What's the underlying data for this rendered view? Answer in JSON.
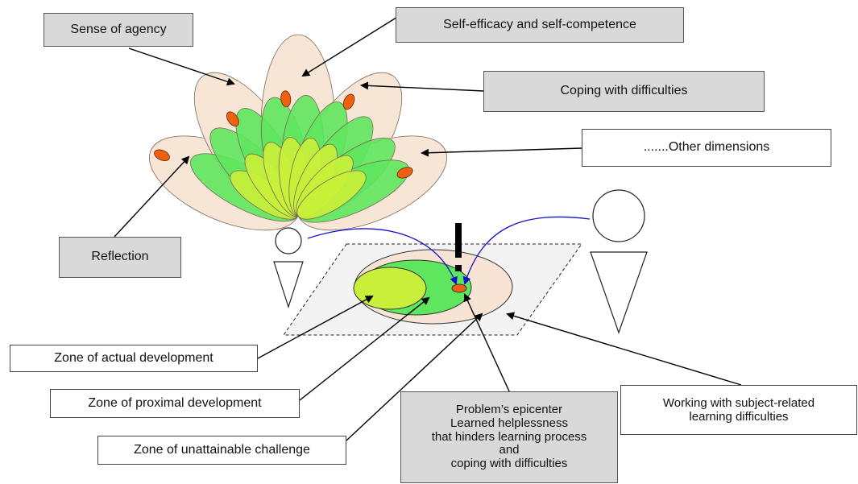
{
  "labels": {
    "sense_of_agency": "Sense of agency",
    "self_efficacy": "Self-efficacy and self-competence",
    "coping": "Coping with difficulties",
    "other_dimensions": ".......Other dimensions",
    "reflection": "Reflection",
    "zone_actual": "Zone of actual development",
    "zone_proximal": "Zone of proximal development",
    "zone_unattainable": "Zone of unattainable challenge",
    "epicenter": "Problem’s epicenter\nLearned helplessness\nthat hinders learning process\nand\ncoping with difficulties",
    "working_subject": "Working with subject-related\nlearning difficulties"
  },
  "colors": {
    "outer_petal": "#f7e4d4",
    "mid_petal": "#5ee65e",
    "inner_petal": "#c8f03a",
    "seed": "#f06010",
    "zone_plane": "#f3f3f3",
    "blue_arrow": "#1010cc",
    "gray_box": "#d9d9d9"
  }
}
